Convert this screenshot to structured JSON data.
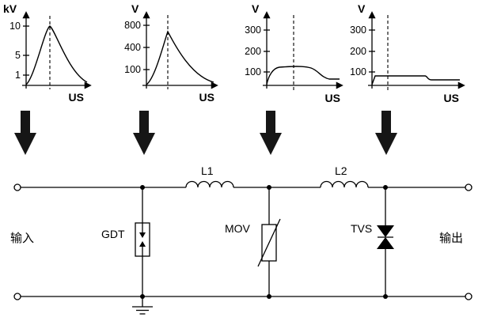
{
  "colors": {
    "ink": "#000000",
    "background": "#ffffff"
  },
  "graphs": [
    {
      "y_unit": "kV",
      "x_unit": "US",
      "ticks": [
        "10",
        "5",
        "1"
      ]
    },
    {
      "y_unit": "V",
      "x_unit": "US",
      "ticks": [
        "800",
        "400",
        "100"
      ]
    },
    {
      "y_unit": "V",
      "x_unit": "US",
      "ticks": [
        "300",
        "200",
        "100"
      ]
    },
    {
      "y_unit": "V",
      "x_unit": "US",
      "ticks": [
        "300",
        "200",
        "100"
      ]
    }
  ],
  "circuit": {
    "input_label": "输入",
    "output_label": "输出",
    "gdt_label": "GDT",
    "mov_label": "MOV",
    "tvs_label": "TVS",
    "l1_label": "L1",
    "l2_label": "L2"
  },
  "chart_data": [
    {
      "type": "line",
      "title": "",
      "xlabel": "US",
      "ylabel": "kV",
      "yticks": [
        1,
        5,
        10
      ],
      "x": [
        0,
        0.5,
        1,
        1.5,
        2,
        3,
        4,
        5,
        6
      ],
      "y": [
        0,
        2,
        6,
        10,
        8.5,
        4.5,
        2,
        1,
        0.4
      ],
      "annotations": [
        "dashed vertical marker at waveform peak"
      ]
    },
    {
      "type": "line",
      "title": "",
      "xlabel": "US",
      "ylabel": "V",
      "yticks": [
        100,
        400,
        800
      ],
      "x": [
        0,
        0.5,
        1,
        1.3,
        2,
        3,
        4,
        5,
        6
      ],
      "y": [
        0,
        80,
        400,
        700,
        430,
        200,
        90,
        40,
        20
      ],
      "annotations": [
        "dashed vertical marker at waveform peak"
      ]
    },
    {
      "type": "line",
      "title": "",
      "xlabel": "US",
      "ylabel": "V",
      "yticks": [
        100,
        200,
        300
      ],
      "x": [
        0,
        0.3,
        1,
        2,
        3,
        3.8,
        4.3,
        5,
        6
      ],
      "y": [
        0,
        100,
        122,
        125,
        125,
        115,
        55,
        45,
        45
      ],
      "annotations": [
        "dashed vertical marker on clamped plateau"
      ]
    },
    {
      "type": "line",
      "title": "",
      "xlabel": "US",
      "ylabel": "V",
      "yticks": [
        100,
        200,
        300
      ],
      "x": [
        0,
        0.2,
        1,
        2,
        3,
        3.5,
        3.8,
        5,
        6
      ],
      "y": [
        0,
        80,
        80,
        80,
        80,
        80,
        45,
        45,
        45
      ],
      "annotations": [
        "dashed vertical marker near start of clamped flat level"
      ]
    }
  ]
}
